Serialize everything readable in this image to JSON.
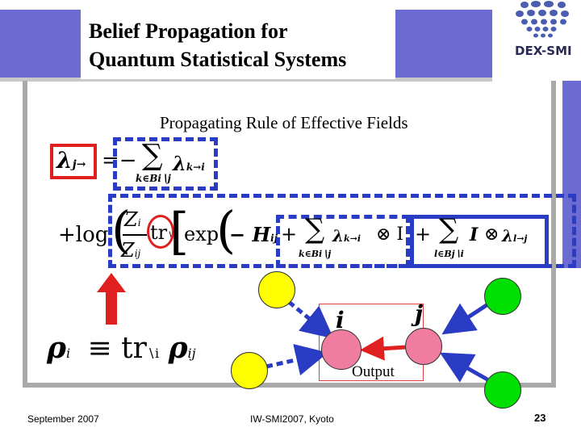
{
  "slide": {
    "title_line1": "Belief Propagation for",
    "title_line2": "Quantum Statistical Systems",
    "subtitle": "Propagating Rule of Effective Fields",
    "logo_text": "DEX-SMI",
    "footer_left": "September 2007",
    "footer_center": "IW-SMI2007, Kyoto",
    "page_number": "23"
  },
  "diagram": {
    "label_i": "i",
    "label_j": "j",
    "output_label": "Output"
  },
  "equation": {
    "lambda": "λ",
    "sub_jto": "j→",
    "eq_minus": "=−",
    "sum": "∑",
    "sub_kto_i": "k→i",
    "sum_index1": "k∈Bi∖j",
    "plus_log": "+log",
    "Z": "Z",
    "Z_sub_i": "i",
    "Z_sub_ij": "ij",
    "tr": "tr",
    "tr_sub": "∖i",
    "exp": "exp",
    "minus_H": "− H",
    "H_sub": "ij",
    "plus": "+",
    "otimes_I": "⊗ I",
    "I": "I",
    "otimes": "⊗",
    "sub_lto_j": "l→j",
    "sum_index2": "l∈Bj∖i",
    "rho": "ρ",
    "rho_sub_i": "i",
    "equiv_tr": "≡ tr",
    "rho_sub_ij": "ij"
  },
  "colors": {
    "band": "#6b6bd1",
    "accent_blue": "#2b3cc4",
    "red": "#e02020",
    "node_yellow": "#ffff00",
    "node_green": "#00e000",
    "node_pink": "#f07ca0"
  }
}
